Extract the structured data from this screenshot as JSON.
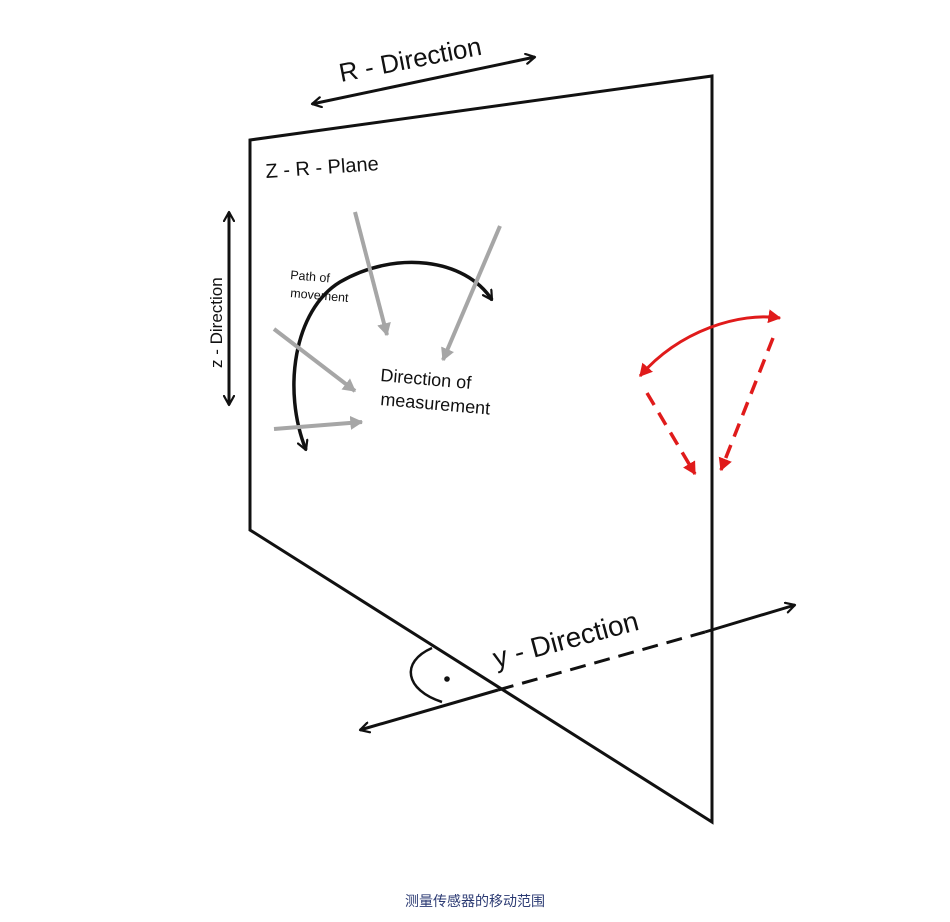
{
  "diagram": {
    "labels": {
      "r_direction": "R - Direction",
      "zr_plane": "Z - R - Plane",
      "z_direction": "z - Direction",
      "path_line1": "Path of",
      "path_line2": "movement",
      "measure_line1": "Direction of",
      "measure_line2": "measurement",
      "y_direction": "y - Direction"
    },
    "colors": {
      "line": "#111111",
      "measurement_arrows": "#a6a6a6",
      "sensor_range": "#e01b1b"
    }
  },
  "caption": "测量传感器的移动范围"
}
